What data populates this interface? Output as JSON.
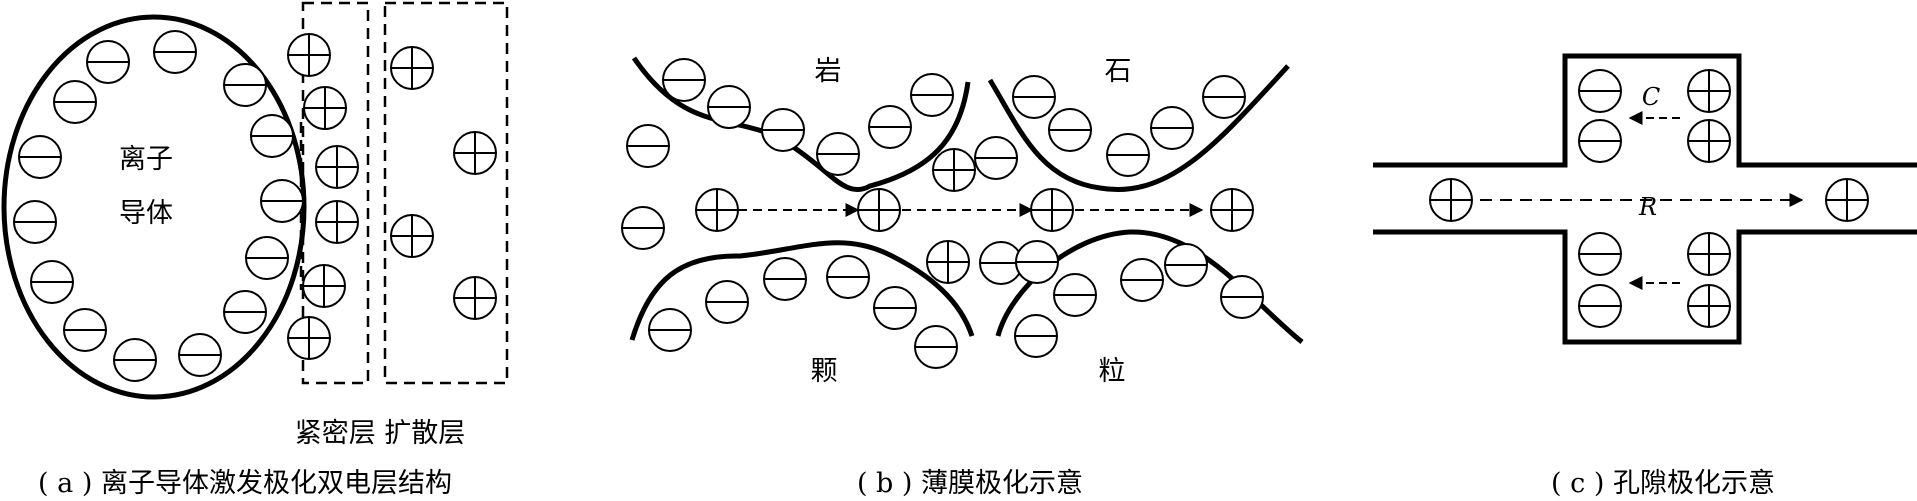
{
  "panel_a": {
    "caption": "( a ) 离子导体激发极化双电层结构",
    "conductor_label_line1": "离子",
    "conductor_label_line2": "导体",
    "layer_labels": "紧密层  扩散层"
  },
  "panel_b": {
    "caption": "( b ) 薄膜极化示意",
    "grain_chars": [
      "岩",
      "石",
      "颗",
      "粒"
    ]
  },
  "panel_c": {
    "caption": "( c ) 孔隙极化示意",
    "label_c": "C",
    "label_r": "R"
  },
  "icons": {
    "anion": "minus-circle-icon",
    "cation": "plus-circle-icon"
  },
  "colors": {
    "ink": "#000000",
    "background": "#ffffff"
  }
}
